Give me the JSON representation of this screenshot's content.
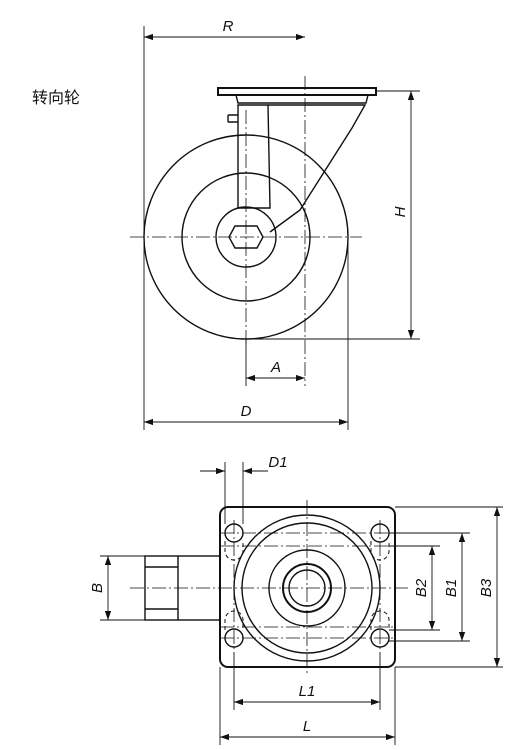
{
  "caption": "转向轮",
  "dimensions": {
    "R": "R",
    "H": "H",
    "A": "A",
    "D": "D",
    "D1": "D1",
    "B": "B",
    "B1": "B1",
    "B2": "B2",
    "B3": "B3",
    "L": "L",
    "L1": "L1"
  }
}
